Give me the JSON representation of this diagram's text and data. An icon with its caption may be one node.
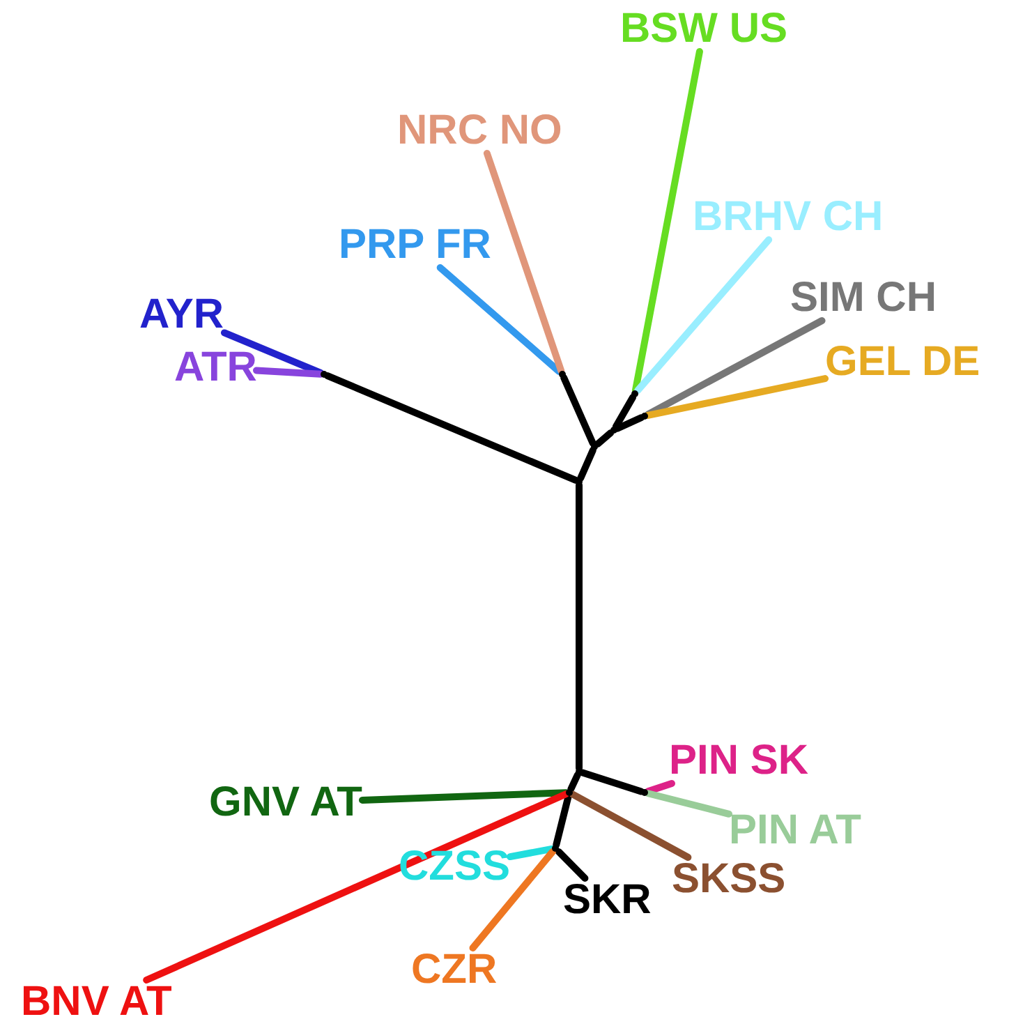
{
  "diagram": {
    "nodes": [
      {
        "text": [
          "BSW US"
        ]
      },
      {
        "text": [
          "NRC NO"
        ]
      },
      {
        "text": [
          "BRHV CH"
        ]
      },
      {
        "text": [
          "PRP FR"
        ]
      },
      {
        "text": [
          "SIM CH"
        ]
      },
      {
        "text": [
          "AYR"
        ]
      },
      {
        "text": [
          "ATR"
        ]
      },
      {
        "text": [
          "GEL DE"
        ]
      },
      {
        "text": [
          "PIN SK"
        ]
      },
      {
        "text": [
          "GNV AT"
        ]
      },
      {
        "text": [
          "PIN AT"
        ]
      },
      {
        "text": [
          "CZSS"
        ]
      },
      {
        "text": [
          "SKSS"
        ]
      },
      {
        "text": [
          "SKR"
        ]
      },
      {
        "text": [
          "CZR"
        ]
      },
      {
        "text": [
          "BNV AT"
        ]
      },
      {
        "text": [],
        "shape": "dot"
      },
      {
        "text": [],
        "shape": "dot"
      },
      {
        "text": [],
        "shape": "dot"
      },
      {
        "text": [],
        "shape": "dot"
      },
      {
        "text": [],
        "shape": "dot"
      },
      {
        "text": [],
        "shape": "dot"
      },
      {
        "text": [],
        "shape": "dot"
      },
      {
        "text": [],
        "shape": "dot"
      },
      {
        "text": [],
        "shape": "dot"
      },
      {
        "text": [],
        "shape": "dot"
      },
      {
        "text": [],
        "shape": "dot"
      }
    ],
    "edges": [
      {
        "from": 22,
        "to": 16,
        "arrow": "none"
      },
      {
        "from": 22,
        "to": 21,
        "arrow": "none"
      },
      {
        "from": 22,
        "to": 23,
        "arrow": "none"
      },
      {
        "from": 21,
        "to": 17,
        "arrow": "none"
      },
      {
        "from": 21,
        "to": 20,
        "arrow": "none"
      },
      {
        "from": 20,
        "to": 18,
        "arrow": "none"
      },
      {
        "from": 20,
        "to": 19,
        "arrow": "none"
      },
      {
        "from": 23,
        "to": 25,
        "arrow": "none"
      },
      {
        "from": 23,
        "to": 24,
        "arrow": "none"
      },
      {
        "from": 24,
        "to": 26,
        "arrow": "none"
      },
      {
        "from": 16,
        "to": 5,
        "arrow": "none",
        "color": "#2222cc"
      },
      {
        "from": 16,
        "to": 6,
        "arrow": "none",
        "color": "#8844dd"
      },
      {
        "from": 17,
        "to": 3,
        "arrow": "none",
        "color": "#3399ee"
      },
      {
        "from": 17,
        "to": 1,
        "arrow": "none",
        "color": "#e0967a"
      },
      {
        "from": 18,
        "to": 0,
        "arrow": "none",
        "color": "#66dd22"
      },
      {
        "from": 18,
        "to": 2,
        "arrow": "none",
        "color": "#99eeff"
      },
      {
        "from": 19,
        "to": 4,
        "arrow": "none",
        "color": "#777777"
      },
      {
        "from": 19,
        "to": 7,
        "arrow": "none",
        "color": "#e6aa22"
      },
      {
        "from": 25,
        "to": 8,
        "arrow": "none",
        "color": "#dd2288"
      },
      {
        "from": 25,
        "to": 10,
        "arrow": "none",
        "color": "#99cc99"
      },
      {
        "from": 24,
        "to": 9,
        "arrow": "none",
        "color": "#116611"
      },
      {
        "from": 24,
        "to": 15,
        "arrow": "none",
        "color": "#ee1111"
      },
      {
        "from": 24,
        "to": 12,
        "arrow": "none",
        "color": "#8b5030"
      },
      {
        "from": 26,
        "to": 13,
        "arrow": "none"
      },
      {
        "from": 26,
        "to": 11,
        "arrow": "none",
        "color": "#22dddd"
      },
      {
        "from": 26,
        "to": 14,
        "arrow": "none",
        "color": "#ee7722"
      }
    ]
  }
}
